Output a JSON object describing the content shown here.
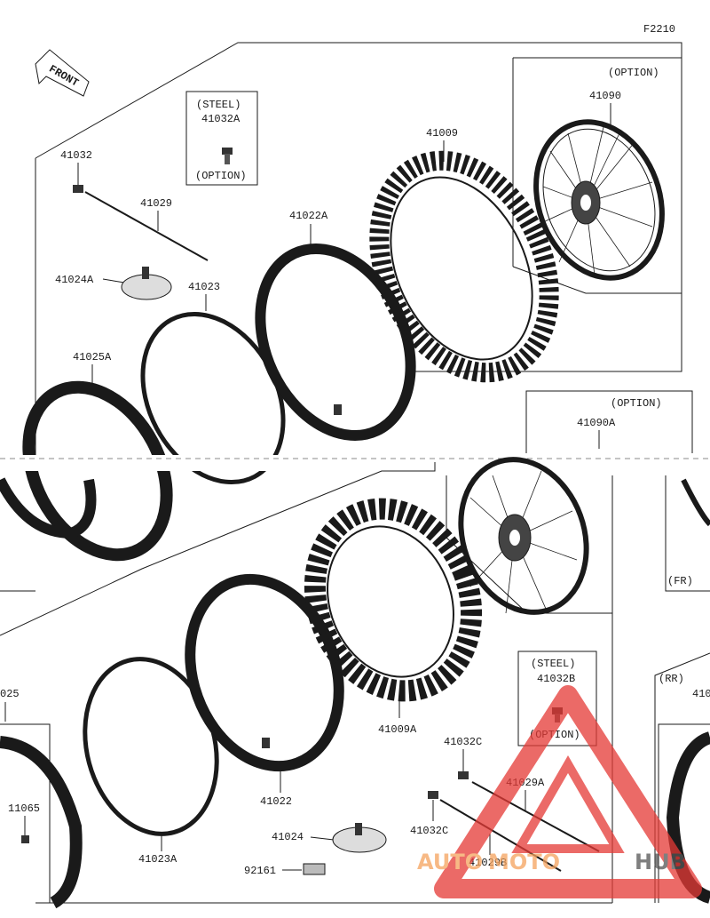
{
  "figure_code": "F2210",
  "front_label": "FRONT",
  "top_section": {
    "steel_box": {
      "top": "(STEEL)",
      "part": "41032A",
      "bottom": "(OPTION)"
    },
    "wheel_option": "(OPTION)",
    "labels": {
      "p41032": "41032",
      "p41029": "41029",
      "p41024A": "41024A",
      "p41023": "41023",
      "p41025A": "41025A",
      "p41022A": "41022A",
      "p41009": "41009",
      "p41090": "41090"
    }
  },
  "middle_section": {
    "wheel_option": "(OPTION)",
    "p41090A": "41090A",
    "fr": "(FR)"
  },
  "bottom_section": {
    "steel_box": {
      "top": "(STEEL)",
      "part": "41032B",
      "bottom": "(OPTION)"
    },
    "rr": "(RR)",
    "labels": {
      "p025": "025",
      "p11065": "11065",
      "p41023A": "41023A",
      "p41022": "41022",
      "p41009A": "41009A",
      "p41024": "41024",
      "p92161": "92161",
      "p41032C_1": "41032C",
      "p41032C_2": "41032C",
      "p41029A": "41029A",
      "p41029B": "41029B",
      "p410_cut": "410"
    }
  },
  "watermark": {
    "auto": "AUTO",
    "moto": "MOTO",
    "hub": "HUB"
  },
  "colors": {
    "line": "#1a1a1a",
    "watermark_red": "#e53935",
    "watermark_orange": "#f5a25d",
    "watermark_gray": "#555555"
  }
}
